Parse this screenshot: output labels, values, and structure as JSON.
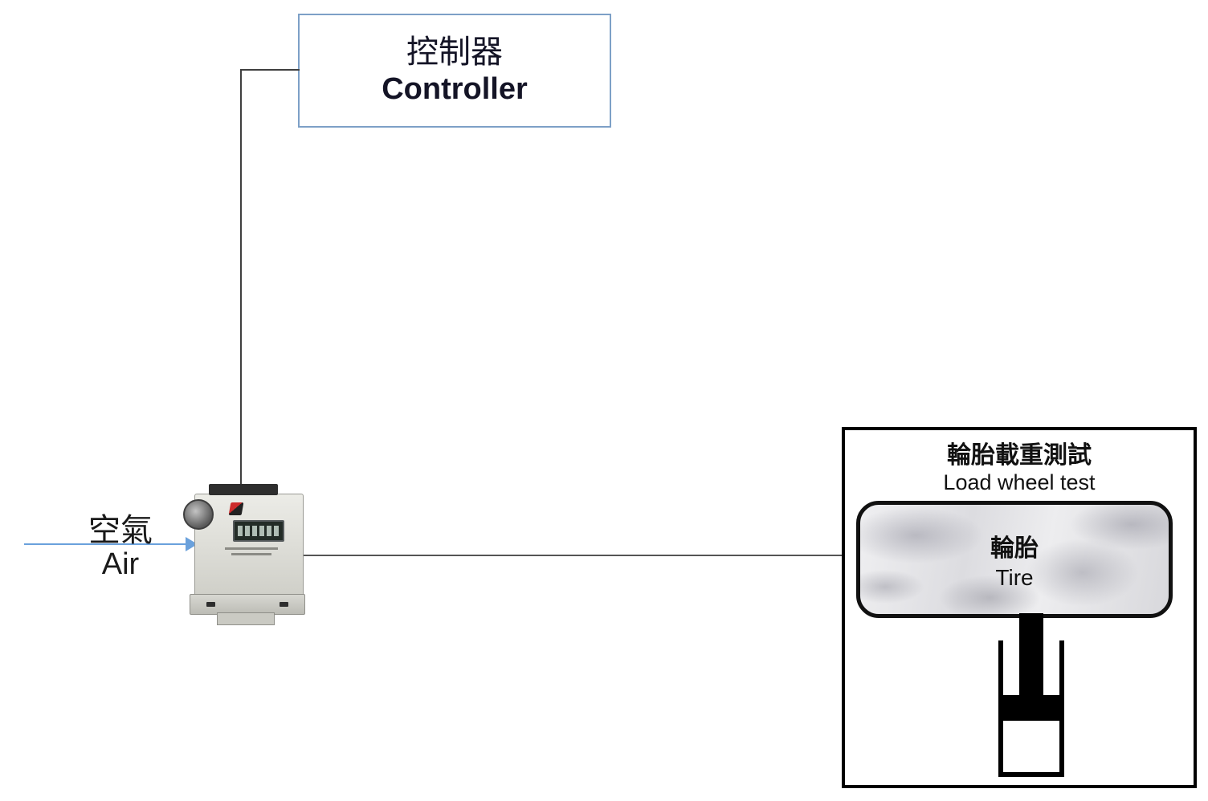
{
  "controller": {
    "zh": "控制器",
    "en": "Controller"
  },
  "air": {
    "zh": "空氣",
    "en": "Air"
  },
  "load_test": {
    "zh": "輪胎載重測試",
    "en": "Load wheel test"
  },
  "tire": {
    "zh": "輪胎",
    "en": "Tire"
  },
  "colors": {
    "controller_border": "#7da0c7",
    "air_arrow": "#6aa1dc",
    "signal_line": "#3f3f3f",
    "test_box_border": "#000000"
  }
}
